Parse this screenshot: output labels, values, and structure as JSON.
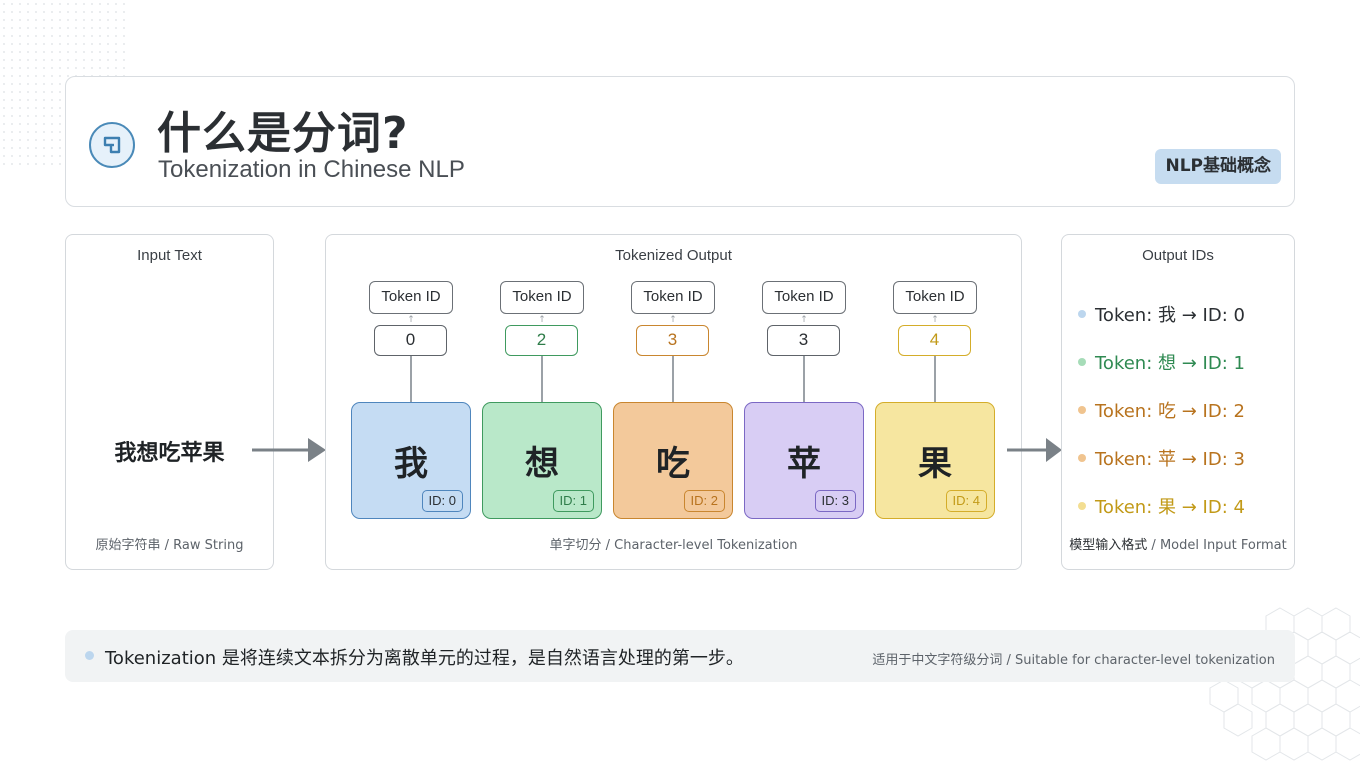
{
  "header": {
    "title": "什么是分词?",
    "subtitle": "Tokenization in Chinese NLP",
    "tag": "NLP基础概念",
    "logo_icon": "tokenize-logo-icon"
  },
  "input_panel": {
    "title": "Input Text",
    "text": "我想吃苹果",
    "caption": "原始字符串 / Raw String"
  },
  "output_panel": {
    "title": "Tokenized Output",
    "caption": "单字切分 / Character-level Tokenization",
    "tokens": [
      {
        "label": "Token ID",
        "value": "0",
        "char": "我",
        "id": "ID: 0",
        "fill": "#c5dcf3",
        "border": "#4f86bd",
        "text_color": "#2b2f33"
      },
      {
        "label": "Token ID",
        "value": "2",
        "char": "想",
        "id": "ID: 1",
        "fill": "#b9e8c9",
        "border": "#3f9a5f",
        "text_color": "#2f7d4a"
      },
      {
        "label": "Token ID",
        "value": "3",
        "char": "吃",
        "id": "ID: 2",
        "fill": "#f3c99b",
        "border": "#c9862f",
        "text_color": "#b8731e"
      },
      {
        "label": "Token ID",
        "value": "3",
        "char": "苹",
        "id": "ID: 3",
        "fill": "#d8cdf4",
        "border": "#7b68c4",
        "text_color": "#2b2f33"
      },
      {
        "label": "Token ID",
        "value": "4",
        "char": "果",
        "id": "ID: 4",
        "fill": "#f6e6a0",
        "border": "#d4ad2a",
        "text_color": "#c29a18"
      }
    ]
  },
  "ids_panel": {
    "title": "Output IDs",
    "caption_cn": "模型输入格式",
    "caption_en": " / Model Input Format",
    "rows": [
      {
        "text": "Token: 我 → ID: 0",
        "color": "#2b2f33",
        "dot": "#bcd6ee"
      },
      {
        "text": "Token: 想 → ID: 1",
        "color": "#2f8a52",
        "dot": "#a6dcb8"
      },
      {
        "text": "Token: 吃 → ID: 2",
        "color": "#b8731e",
        "dot": "#f0c48f"
      },
      {
        "text": "Token: 苹 → ID: 3",
        "color": "#b8731e",
        "dot": "#f0c48f"
      },
      {
        "text": "Token: 果 → ID: 4",
        "color": "#c29a18",
        "dot": "#f3de92"
      }
    ]
  },
  "note": {
    "text": "Tokenization 是将连续文本拆分为离散单元的过程，是自然语言处理的第一步。",
    "right": "适用于中文字符级分词 / Suitable for character-level tokenization"
  },
  "colors": {
    "arrow": "#7a8187",
    "accent": "#4a8ab8"
  }
}
